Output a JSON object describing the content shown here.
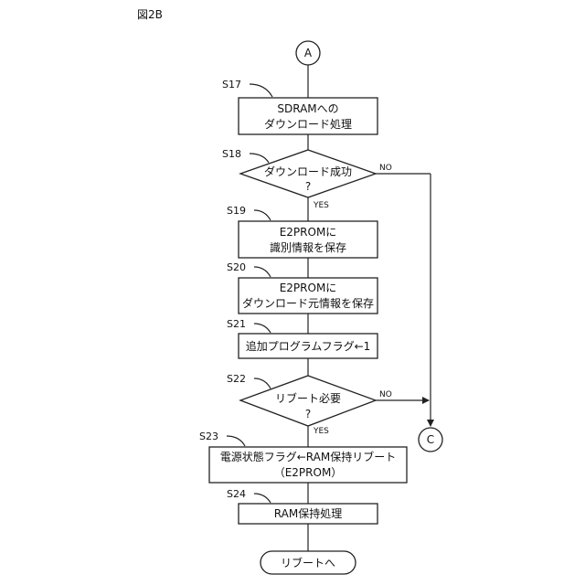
{
  "figure_label": "図2B",
  "connectors": {
    "start": "A",
    "end": "C"
  },
  "steps": [
    {
      "id": "S17",
      "label": "S17",
      "lines": [
        "SDRAMへの",
        "ダウンロード処理"
      ]
    },
    {
      "id": "S18",
      "label": "S18",
      "lines": [
        "ダウンロード成功",
        "?"
      ]
    },
    {
      "id": "S19",
      "label": "S19",
      "lines": [
        "E2PROMに",
        "識別情報を保存"
      ]
    },
    {
      "id": "S20",
      "label": "S20",
      "lines": [
        "E2PROMに",
        "ダウンロード元情報を保存"
      ]
    },
    {
      "id": "S21",
      "label": "S21",
      "lines": [
        "追加プログラムフラグ←1"
      ]
    },
    {
      "id": "S22",
      "label": "S22",
      "lines": [
        "リブート必要",
        "?"
      ]
    },
    {
      "id": "S23",
      "label": "S23",
      "lines": [
        "電源状態フラグ←RAM保持リブート",
        "（E2PROM）"
      ]
    },
    {
      "id": "S24",
      "label": "S24",
      "lines": [
        "RAM保持処理"
      ]
    }
  ],
  "branch_labels": {
    "yes": "YES",
    "no": "NO"
  },
  "terminal": "リブートへ"
}
